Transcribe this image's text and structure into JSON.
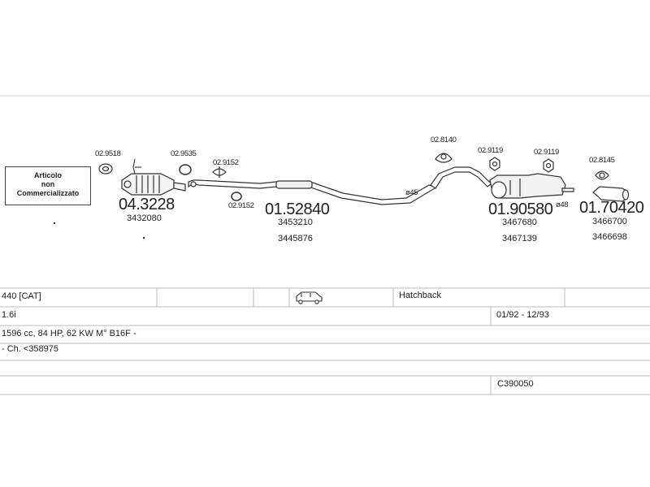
{
  "notice": {
    "line1": "Articolo",
    "line2": "non",
    "line3": "Commercializzato"
  },
  "parts": [
    {
      "id": "p1",
      "number": "04.3228",
      "oe": [
        "3432080"
      ]
    },
    {
      "id": "p2",
      "number": "01.52840",
      "oe": [
        "3453210",
        "3445876"
      ]
    },
    {
      "id": "p3",
      "number": "01.90580",
      "oe": [
        "3467680",
        "3467139"
      ]
    },
    {
      "id": "p4",
      "number": "01.70420",
      "oe": [
        "3466700",
        "3466698"
      ]
    }
  ],
  "small_parts": [
    {
      "id": "s1",
      "number": "02.9518"
    },
    {
      "id": "s2",
      "number": "02.9535"
    },
    {
      "id": "s3",
      "number": "02.9152"
    },
    {
      "id": "s4",
      "number": "02.9152"
    },
    {
      "id": "s5",
      "number": "02.8140"
    },
    {
      "id": "s6",
      "number": "02.9119"
    },
    {
      "id": "s7",
      "number": "02.9119"
    },
    {
      "id": "s8",
      "number": "02.8145"
    }
  ],
  "diameters": {
    "d1": "ø45",
    "d2": "ø48"
  },
  "info": {
    "model": "440  [CAT]",
    "body_type": "Hatchback",
    "engine": "1.6i",
    "years": "01/92 - 12/93",
    "specs": "1596 cc, 84 HP, 62 KW  M° B16F -",
    "chassis": "- Ch. <358975",
    "code": "C390050"
  },
  "icons": [
    "car-icon"
  ]
}
